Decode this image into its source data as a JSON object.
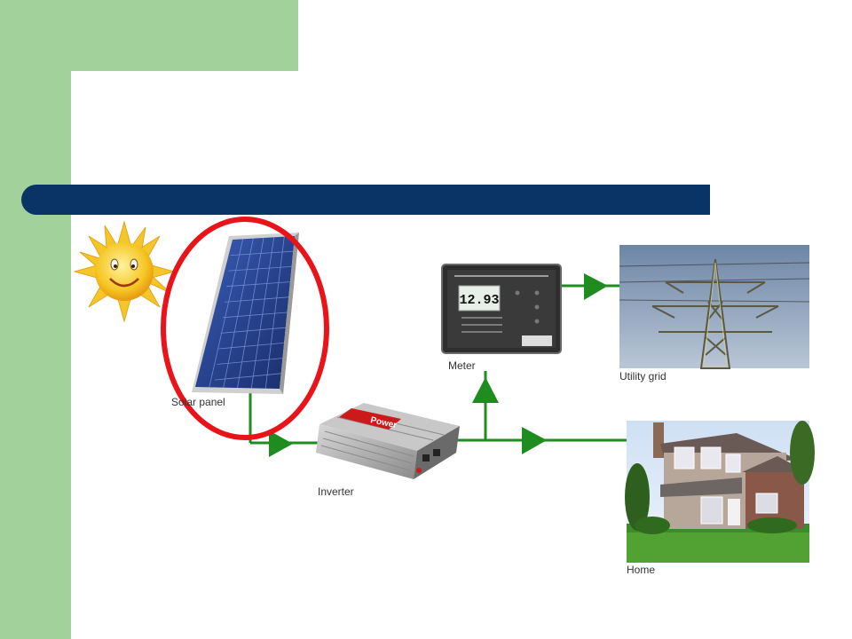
{
  "colors": {
    "sidebar_green": "#a3d19b",
    "title_bar_navy": "#0a3465",
    "flow_line_green": "#1e8c1e",
    "highlight_ring_red": "#e8141a"
  },
  "labels": {
    "solar_panel": "Solar panel",
    "inverter": "Inverter",
    "meter": "Meter",
    "utility_grid": "Utility grid",
    "home": "Home"
  },
  "inverter_brand": "Power",
  "meter_reading": "12.93",
  "icons": {
    "sun": "smiling-sun-icon",
    "solar_panel": "solar-panel-icon",
    "inverter": "power-inverter-icon",
    "meter": "digital-meter-icon",
    "utility_grid": "transmission-tower-icon",
    "home": "house-icon"
  }
}
